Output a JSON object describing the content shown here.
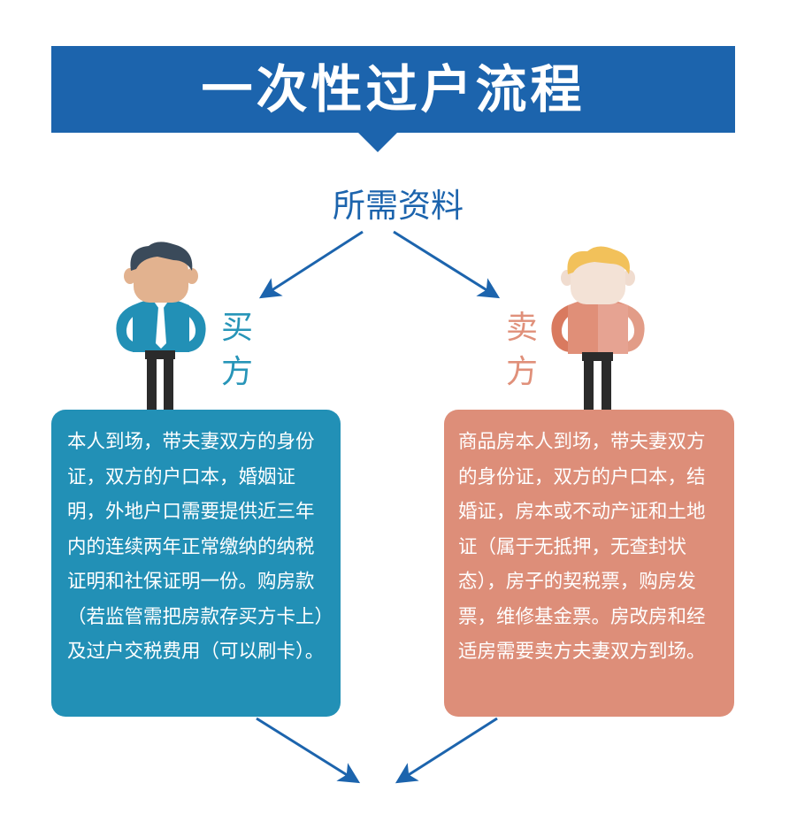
{
  "header": {
    "title": "一次性过户流程",
    "subtitle": "所需资料"
  },
  "buyer": {
    "label_line1": "买",
    "label_line2": "方",
    "requirements": "本人到场，带夫妻双方的身份证，双方的户口本，婚姻证明，外地户口需要提供近三年内的连续两年正常缴纳的纳税证明和社保证明一份。购房款（若监管需把房款存买方卡上）及过户交税费用（可以刷卡）。"
  },
  "seller": {
    "label_line1": "卖",
    "label_line2": "方",
    "requirements": "商品房本人到场，带夫妻双方的身份证，双方的户口本，结婚证，房本或不动产证和土地证（属于无抵押，无查封状态），房子的契税票，购房发票，维修基金票。房改房和经适房需要卖方夫妻双方到场。"
  },
  "colors": {
    "banner": "#1c64ad",
    "buyer": "#2290b6",
    "seller": "#dd8e79",
    "arrow": "#1c64ad"
  }
}
